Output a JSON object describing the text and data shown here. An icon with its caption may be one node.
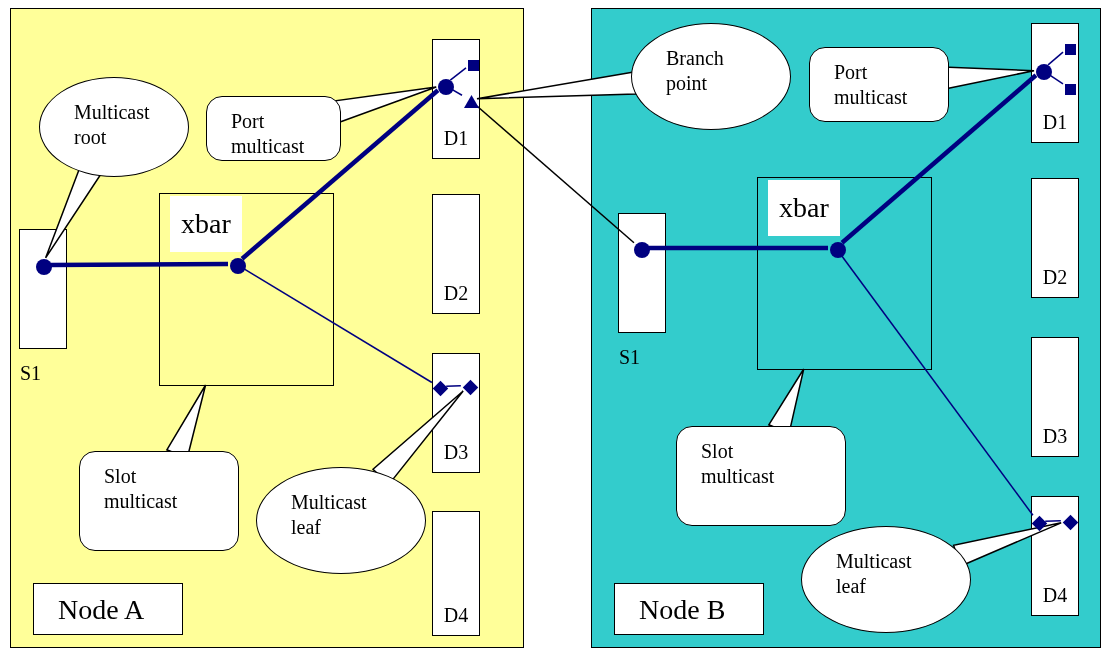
{
  "diagram": {
    "nodes": [
      {
        "text": [
          "Node A"
        ]
      },
      {
        "text": [
          "S1"
        ],
        "in": 0
      },
      {
        "text": [],
        "shape": "circle",
        "in": 1
      },
      {
        "text": [
          "xbar"
        ],
        "in": 0
      },
      {
        "text": [],
        "shape": "circle",
        "in": 3
      },
      {
        "text": [
          "D1"
        ],
        "in": 0
      },
      {
        "text": [],
        "shape": "circle",
        "in": 5
      },
      {
        "text": [],
        "shape": "box",
        "in": 5
      },
      {
        "text": [],
        "shape": "triangle",
        "in": 5
      },
      {
        "text": [
          "D2"
        ],
        "in": 0
      },
      {
        "text": [
          "D3"
        ],
        "in": 0
      },
      {
        "text": [],
        "shape": "diamond",
        "in": 10
      },
      {
        "text": [],
        "shape": "diamond",
        "in": 10
      },
      {
        "text": [
          "D4"
        ],
        "in": 0
      },
      {
        "text": [
          "Multicast root"
        ],
        "in": 0
      },
      {
        "text": [
          "Port multicast"
        ],
        "in": 0
      },
      {
        "text": [
          "Slot multicast"
        ],
        "in": 0
      },
      {
        "text": [
          "Multicast leaf"
        ],
        "in": 0
      },
      {
        "text": [
          "Node B"
        ]
      },
      {
        "text": [
          "S1"
        ],
        "in": 18
      },
      {
        "text": [],
        "shape": "circle",
        "in": 19
      },
      {
        "text": [
          "xbar"
        ],
        "in": 18
      },
      {
        "text": [],
        "shape": "circle",
        "in": 21
      },
      {
        "text": [
          "D1"
        ],
        "in": 18
      },
      {
        "text": [],
        "shape": "circle",
        "in": 23
      },
      {
        "text": [],
        "shape": "box",
        "in": 23
      },
      {
        "text": [],
        "shape": "box",
        "in": 23
      },
      {
        "text": [
          "D2"
        ],
        "in": 18
      },
      {
        "text": [
          "D3"
        ],
        "in": 18
      },
      {
        "text": [
          "D4"
        ],
        "in": 18
      },
      {
        "text": [],
        "shape": "diamond",
        "in": 29
      },
      {
        "text": [],
        "shape": "diamond",
        "in": 29
      },
      {
        "text": [
          "Branch point"
        ],
        "in": 18
      },
      {
        "text": [
          "Port multicast"
        ],
        "in": 18
      },
      {
        "text": [
          "Slot multicast"
        ],
        "in": 18
      },
      {
        "text": [
          "Multicast leaf"
        ],
        "in": 18
      }
    ],
    "edges": [
      {
        "from": 2,
        "to": 4,
        "arrow": "none",
        "style": "thick"
      },
      {
        "from": 4,
        "to": 6,
        "arrow": "none",
        "style": "thick"
      },
      {
        "from": 6,
        "to": 7,
        "arrow": "none"
      },
      {
        "from": 6,
        "to": 8,
        "arrow": "none"
      },
      {
        "from": 4,
        "to": 11,
        "arrow": "none"
      },
      {
        "from": 11,
        "to": 12,
        "arrow": "none"
      },
      {
        "from": 8,
        "to": 20,
        "arrow": "none",
        "color": "#000000"
      },
      {
        "from": 20,
        "to": 22,
        "arrow": "none",
        "style": "thick"
      },
      {
        "from": 22,
        "to": 24,
        "arrow": "none",
        "style": "thick"
      },
      {
        "from": 24,
        "to": 25,
        "arrow": "none"
      },
      {
        "from": 24,
        "to": 26,
        "arrow": "none"
      },
      {
        "from": 22,
        "to": 30,
        "arrow": "none"
      },
      {
        "from": 30,
        "to": 31,
        "arrow": "none"
      },
      {
        "from": 14,
        "to": 2,
        "arrow": "none",
        "color": "#000000"
      },
      {
        "from": 15,
        "to": 6,
        "arrow": "none",
        "color": "#000000"
      },
      {
        "from": 16,
        "to": 3,
        "arrow": "none",
        "color": "#000000"
      },
      {
        "from": 17,
        "to": 12,
        "arrow": "none",
        "color": "#000000"
      },
      {
        "from": 32,
        "to": 8,
        "arrow": "none",
        "color": "#000000"
      },
      {
        "from": 33,
        "to": 24,
        "arrow": "none",
        "color": "#000000"
      },
      {
        "from": 34,
        "to": 21,
        "arrow": "none",
        "color": "#000000"
      },
      {
        "from": 35,
        "to": 31,
        "arrow": "none",
        "color": "#000000"
      }
    ]
  }
}
